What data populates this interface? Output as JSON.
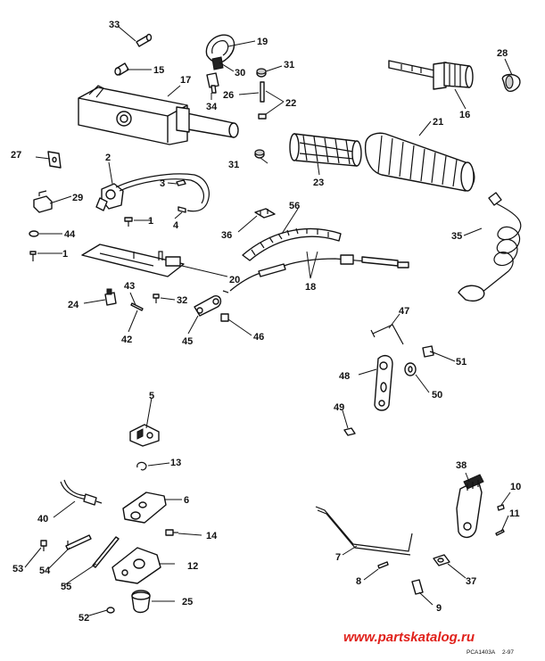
{
  "callouts": {
    "c1a": "1",
    "c1b": "1",
    "c2": "2",
    "c3": "3",
    "c4": "4",
    "c5": "5",
    "c6": "6",
    "c7": "7",
    "c8": "8",
    "c9": "9",
    "c10": "10",
    "c11": "11",
    "c12": "12",
    "c13": "13",
    "c14": "14",
    "c15": "15",
    "c16": "16",
    "c17": "17",
    "c18": "18",
    "c19": "19",
    "c20": "20",
    "c21": "21",
    "c22": "22",
    "c23": "23",
    "c24": "24",
    "c25": "25",
    "c26": "26",
    "c27": "27",
    "c28": "28",
    "c29": "29",
    "c30": "30",
    "c31a": "31",
    "c31b": "31",
    "c32": "32",
    "c33": "33",
    "c34": "34",
    "c35": "35",
    "c36": "36",
    "c37": "37",
    "c38": "38",
    "c40": "40",
    "c42": "42",
    "c43": "43",
    "c44": "44",
    "c45": "45",
    "c46": "46",
    "c47": "47",
    "c48": "48",
    "c49": "49",
    "c50": "50",
    "c51": "51",
    "c52": "52",
    "c53": "53",
    "c54": "54",
    "c55": "55",
    "c56": "56"
  },
  "footer": {
    "code": "PCA1403A",
    "date": "2-97",
    "watermark": "www.partskatalog.ru"
  }
}
